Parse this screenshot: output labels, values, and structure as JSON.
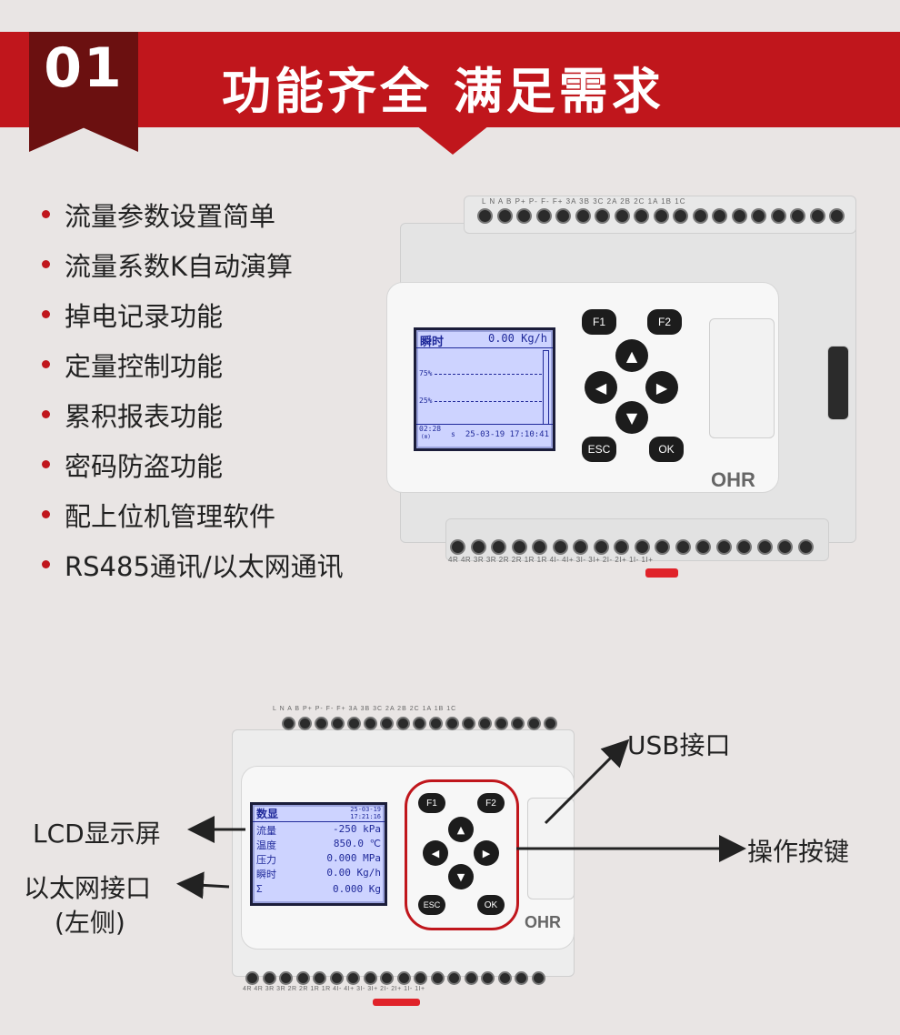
{
  "header": {
    "number": "01",
    "title": "功能齐全  满足需求",
    "colors": {
      "banner": "#c0161c",
      "badge": "#6b1010"
    }
  },
  "features": [
    "流量参数设置简单",
    "流量系数K自动演算",
    "掉电记录功能",
    "定量控制功能",
    "累积报表功能",
    "密码防盗功能",
    "配上位机管理软件",
    "RS485通讯/以太网通讯"
  ],
  "device_top": {
    "terminals_top": "L  N     A  B  P+    P-  F-  F+     3A  3B  3C  2A  2B  2C  1A  1B  1C",
    "terminals_bottom": "4R 4R   3R 3R   2R 2R   1R 1R   4I- 4I+   3I- 3I+   2I- 2I+   1I- 1I+",
    "lcd": {
      "title": "瞬时",
      "value": "0.00 Kg/h",
      "level_75": "75%",
      "level_25": "25%",
      "time_left": "02:28",
      "unit_left": "(m)",
      "s_mark": "s",
      "datetime": "25-03-19 17:10:41"
    },
    "buttons": {
      "f1": "F1",
      "f2": "F2",
      "esc": "ESC",
      "ok": "OK"
    },
    "logo": "OHR"
  },
  "device_bottom": {
    "terminals_top": "L  N     A  B  P+    P-  F-  F+     3A  3B  3C  2A  2B  2C  1A  1B  1C",
    "terminals_bottom": "4R 4R   3R 3R   2R 2R   1R 1R   4I- 4I+   3I- 3I+   2I- 2I+   1I- 1I+",
    "lcd": {
      "title": "数显",
      "date": "25-03-19",
      "time": "17:21:16",
      "rows": [
        {
          "name": "流量",
          "value": "-250 kPa"
        },
        {
          "name": "温度",
          "value": "850.0  ℃"
        },
        {
          "name": "压力",
          "value": "0.000 MPa"
        },
        {
          "name": "瞬时",
          "value": "0.00 Kg/h"
        },
        {
          "name": "Σ",
          "value": "0.000 Kg"
        }
      ]
    },
    "buttons": {
      "f1": "F1",
      "f2": "F2",
      "esc": "ESC",
      "ok": "OK"
    },
    "logo": "OHR"
  },
  "callouts": {
    "usb": "USB接口",
    "lcd": "LCD显示屏",
    "ethernet_line1": "以太网接口",
    "ethernet_line2": "(左侧)",
    "keys": "操作按键"
  }
}
